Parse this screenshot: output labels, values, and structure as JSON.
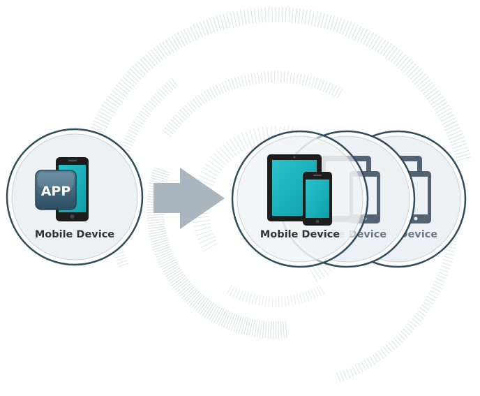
{
  "source_device": {
    "badge_text": "APP",
    "label": "Mobile Device",
    "icon": "smartphone-with-app-badge"
  },
  "arrow": {
    "icon": "right-arrow"
  },
  "target_devices": {
    "front": {
      "label": "Mobile Device",
      "icon": "tablet-and-smartphone"
    },
    "copies": [
      {
        "label": "Mobile Device",
        "icon": "tablet-and-smartphone"
      },
      {
        "label": "Mobile Device",
        "icon": "tablet-and-smartphone"
      }
    ]
  },
  "colors": {
    "circle_fill": "#eef1f3",
    "circle_stroke": "#2f4c5c",
    "screen_teal": "#1ab5bf",
    "device_dark": "#222222",
    "ghost_device": "#48586a",
    "app_badge": "#3d6378",
    "arrow": "#a9b6bf",
    "label": "#333333",
    "decor_rings": "#d6dde2"
  }
}
